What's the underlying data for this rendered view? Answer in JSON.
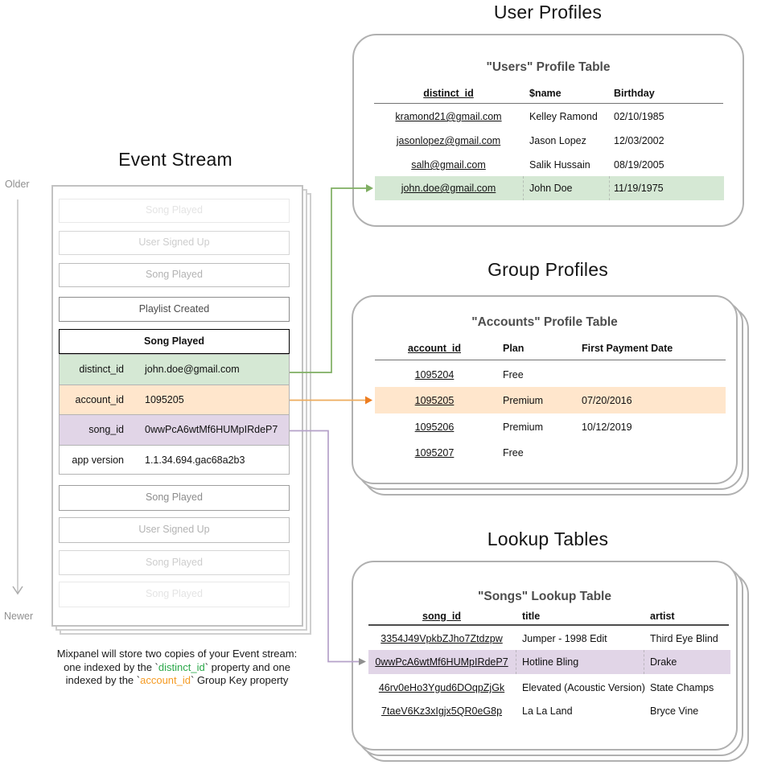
{
  "titles": {
    "event_stream": "Event Stream",
    "user_profiles": "User Profiles",
    "group_profiles": "Group Profiles",
    "lookup_tables": "Lookup Tables"
  },
  "timeline": {
    "older": "Older",
    "newer": "Newer"
  },
  "event_stream": {
    "events_before": [
      "Song Played",
      "User Signed Up",
      "Song Played",
      "Playlist Created"
    ],
    "selected_event": {
      "name": "Song Played",
      "properties": [
        {
          "key": "distinct_id",
          "value": "john.doe@gmail.com",
          "highlight": "green"
        },
        {
          "key": "account_id",
          "value": "1095205",
          "highlight": "orange"
        },
        {
          "key": "song_id",
          "value": "0wwPcA6wtMf6HUMpIRdeP7",
          "highlight": "purple"
        },
        {
          "key": "app version",
          "value": "1.1.34.694.gac68a2b3",
          "highlight": "none"
        }
      ]
    },
    "events_after": [
      "Song Played",
      "User Signed Up",
      "Song Played",
      "Song Played"
    ]
  },
  "users_table": {
    "title": "\"Users\" Profile Table",
    "headers": [
      "distinct_id",
      "$name",
      "Birthday"
    ],
    "rows": [
      [
        "kramond21@gmail.com",
        "Kelley Ramond",
        "02/10/1985"
      ],
      [
        "jasonlopez@gmail.com",
        "Jason Lopez",
        "12/03/2002"
      ],
      [
        "salh@gmail.com",
        "Salik Hussain",
        "08/19/2005"
      ],
      [
        "john.doe@gmail.com",
        "John Doe",
        "11/19/1975"
      ]
    ],
    "highlighted_row": "john.doe@gmail.com"
  },
  "accounts_table": {
    "title": "\"Accounts\" Profile Table",
    "headers": [
      "account_id",
      "Plan",
      "First Payment Date"
    ],
    "rows": [
      [
        "1095204",
        "Free",
        ""
      ],
      [
        "1095205",
        "Premium",
        "07/20/2016"
      ],
      [
        "1095206",
        "Premium",
        "10/12/2019"
      ],
      [
        "1095207",
        "Free",
        ""
      ]
    ],
    "highlighted_row": "1095205"
  },
  "songs_table": {
    "title": "\"Songs\" Lookup Table",
    "headers": [
      "song_id",
      "title",
      "artist"
    ],
    "rows": [
      [
        "3354J49VpkbZJho7Ztdzpw",
        "Jumper - 1998 Edit",
        "Third Eye Blind"
      ],
      [
        "0wwPcA6wtMf6HUMpIRdeP7",
        "Hotline Bling",
        "Drake"
      ],
      [
        "46rv0eHo3Ygud6DOqpZjGk",
        "Elevated (Acoustic Version)",
        "State Champs"
      ],
      [
        "7taeV6Kz3xIgjx5QR0eG8p",
        "La La Land",
        "Bryce Vine"
      ]
    ],
    "highlighted_row": "0wwPcA6wtMf6HUMpIRdeP7"
  },
  "caption": {
    "line1": "Mixpanel will store two copies of your Event stream:",
    "line2_pre": "one indexed by the `",
    "line2_code": "distinct_id",
    "line2_post": "` property and one",
    "line3_pre": "indexed by the `",
    "line3_code": "account_id",
    "line3_post": "` Group Key property"
  },
  "colors": {
    "green_highlight": "#d5e8d4",
    "orange_highlight": "#ffe6cc",
    "purple_highlight": "#e1d5e7",
    "green_arrow": "#7fae62",
    "orange_arrow_line": "#eeab5e",
    "orange_arrowhead": "#ed7d21",
    "purple_arrow_line": "#b5a1c9",
    "gray_arrowhead": "#8f8f8f",
    "caption_green": "#2ba84a",
    "caption_orange": "#f59b23"
  }
}
